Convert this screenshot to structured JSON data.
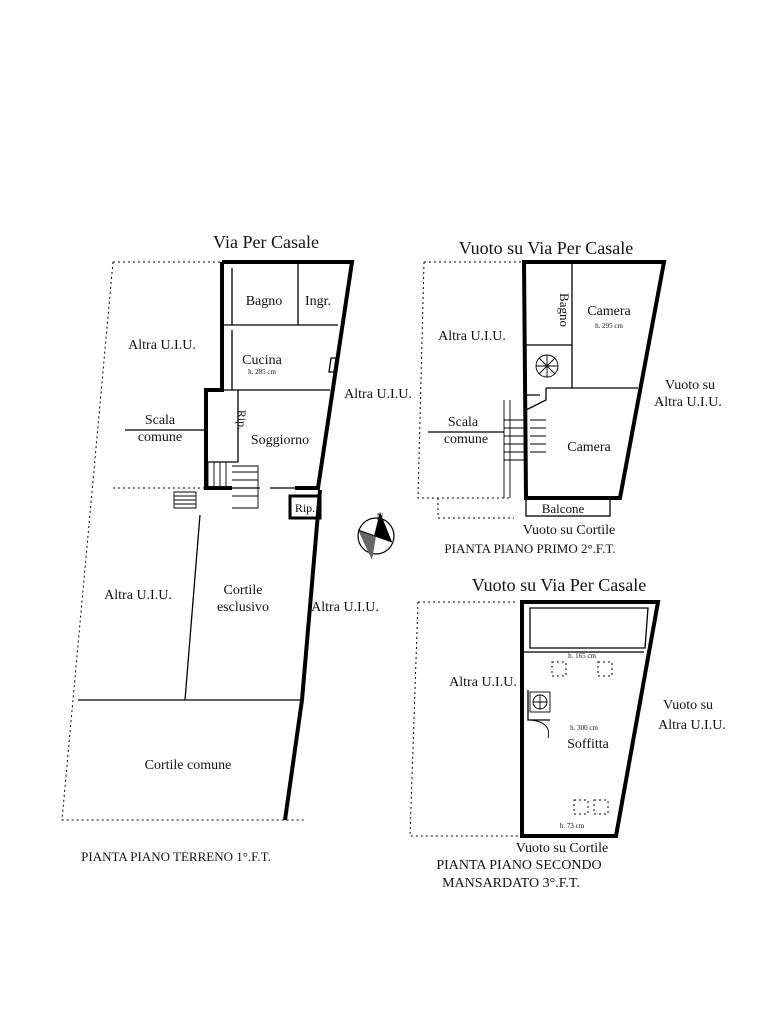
{
  "plan_ground": {
    "street_title": "Via Per Casale",
    "rooms": {
      "bagno": "Bagno",
      "ingr": "Ingr.",
      "cucina": "Cucina",
      "cucina_height": "h. 285 cm",
      "rip": "Rip.",
      "soggiorno": "Soggiorno",
      "rip2": "Rip."
    },
    "labels": {
      "altra_uiu_top_left": "Altra U.I.U.",
      "altra_uiu_right": "Altra U.I.U.",
      "scala_1": "Scala",
      "scala_2": "comune",
      "altra_uiu_bottom_left": "Altra U.I.U.",
      "cortile_esclusivo_1": "Cortile",
      "cortile_esclusivo_2": "esclusivo",
      "altra_uiu_bottom_right": "Altra U.I.U.",
      "cortile_comune": "Cortile comune"
    },
    "caption": "PIANTA PIANO TERRENO 1°.F.T."
  },
  "compass": {
    "north_label": "N"
  },
  "plan_first": {
    "street_title": "Vuoto su Via Per Casale",
    "rooms": {
      "bagno": "Bagno",
      "camera_top": "Camera",
      "camera_top_height": "h. 295 cm",
      "camera_bottom": "Camera",
      "balcone": "Balcone"
    },
    "labels": {
      "altra_uiu": "Altra U.I.U.",
      "vuoto_right_1": "Vuoto su",
      "vuoto_right_2": "Altra U.I.U.",
      "scala_1": "Scala",
      "scala_2": "comune",
      "vuoto_cortile": "Vuoto su Cortile"
    },
    "caption": "PIANTA PIANO PRIMO 2°.F.T."
  },
  "plan_second": {
    "street_title": "Vuoto su Via Per Casale",
    "rooms": {
      "height_top": "h. 165 cm",
      "height_mid": "h. 300 cm",
      "soffitta": "Soffitta",
      "height_bottom": "h. 73 cm"
    },
    "labels": {
      "altra_uiu": "Altra U.I.U.",
      "vuoto_right_1": "Vuoto su",
      "vuoto_right_2": "Altra U.I.U.",
      "vuoto_cortile": "Vuoto su Cortile"
    },
    "caption_1": "PIANTA PIANO SECONDO",
    "caption_2": "MANSARDATO 3°.F.T."
  }
}
